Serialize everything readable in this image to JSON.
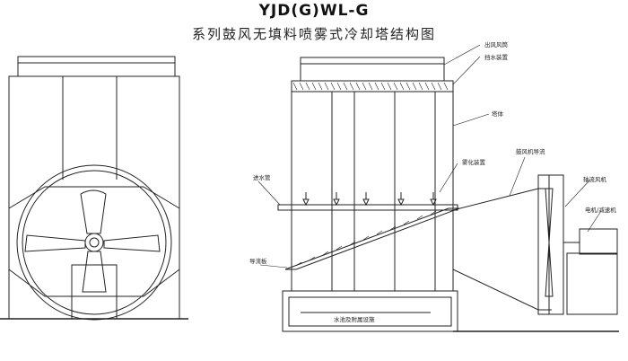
{
  "title": "YJD(G)WL-G",
  "subtitle": "系列鼓风无填料喷雾式冷却塔结构图",
  "labels": {
    "top_air_outlet": "出风风筒",
    "dehumidifier": "挡水装置",
    "tower_body": "塔体",
    "spray_device": "雾化装置",
    "fan_guide": "鼓风机导流",
    "axial_fan": "轴流风机",
    "motor_reducer": "电机/减速机",
    "water_inlet_pipe": "进水管",
    "guide_vane": "导流板",
    "water_basin": "水池及附属设施"
  }
}
